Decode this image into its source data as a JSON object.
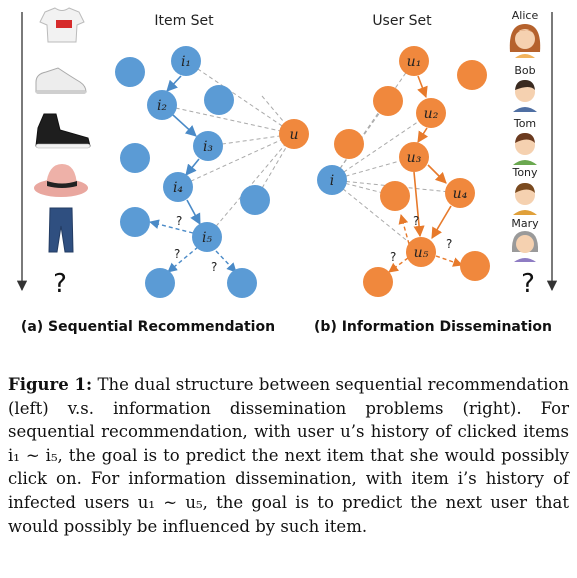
{
  "panel_a": {
    "title": "Item Set",
    "caption": "(a) Sequential Recommendation",
    "question_mark": "?",
    "item_icons": [
      "t-shirt-icon",
      "sneaker-icon",
      "high-top-sneaker-icon",
      "hat-icon",
      "jeans-icon"
    ],
    "nodes": {
      "i1": "i₁",
      "i2": "i₂",
      "i3": "i₃",
      "i4": "i₄",
      "i5": "i₅",
      "u": "u"
    },
    "edge_marks": [
      "?",
      "?",
      "?"
    ]
  },
  "panel_b": {
    "title": "User Set",
    "caption": "(b) Information Dissemination",
    "question_mark": "?",
    "users": [
      "Alice",
      "Bob",
      "Tom",
      "Tony",
      "Mary"
    ],
    "nodes": {
      "u1": "u₁",
      "u2": "u₂",
      "u3": "u₃",
      "u4": "u₄",
      "u5": "u₅",
      "i": "i"
    },
    "edge_marks": [
      "?",
      "?",
      "?"
    ]
  },
  "colors": {
    "item_node": "#5b9bd5",
    "user_node": "#f0883d",
    "item_arrow": "#4a8ac7",
    "user_arrow": "#e77a2b",
    "dashed": "#aaaaaa"
  },
  "caption": {
    "label": "Figure 1:",
    "text": "The dual structure between sequential recommendation (left) v.s. information dissemination problems (right). For sequential recommendation, with user u’s history of clicked items i₁ ~ i₅, the goal is to predict the next item that she would possibly click on. For information dissemination, with item i’s history of infected users u₁ ~ u₅, the goal is to predict the next user that would possibly be influenced by such item."
  }
}
